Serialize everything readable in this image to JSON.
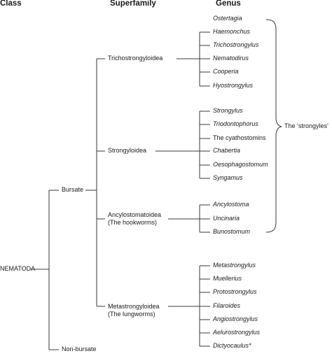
{
  "headers": {
    "class": "Class",
    "superfamily": "Superfamily",
    "genus": "Genus"
  },
  "class_node": "NEMATODA",
  "subclasses": {
    "bursate": "Bursate",
    "non_bursate": "Non-bursate"
  },
  "superfamilies": {
    "trichostrongyloidea": {
      "line1": "Trichostrongyloidea"
    },
    "strongyloidea": {
      "line1": "Strongyloidea"
    },
    "ancylostomatoidea": {
      "line1": "Ancylostomatoidea",
      "line2": "(The hookworms)"
    },
    "metastrongyloidea": {
      "line1": "Metastrongyloidea",
      "line2": "(The lungworms)"
    }
  },
  "genera": {
    "trichostrongyloidea": [
      "Ostertagia",
      "Haemonchus",
      "Trichostrongylus",
      "Nematodirus",
      "Cooperia",
      "Hyostrongylus"
    ],
    "strongyloidea": [
      "Strongylus",
      "Triodontophorus",
      "The cyathostomins",
      "Chabertia",
      "Oesophagostomum",
      "Syngamus"
    ],
    "ancylostomatoidea": [
      "Ancylostoma",
      "Uncinaria",
      "Bunostomum"
    ],
    "metastrongyloidea": [
      "Metastrongylus",
      "Muellerius",
      "Protostrongylus",
      "Filaroides",
      "Angiostrongylus",
      "Aelurostrongylus",
      "Dictyocaulus*"
    ]
  },
  "group_label": "The ‘strongyles’"
}
